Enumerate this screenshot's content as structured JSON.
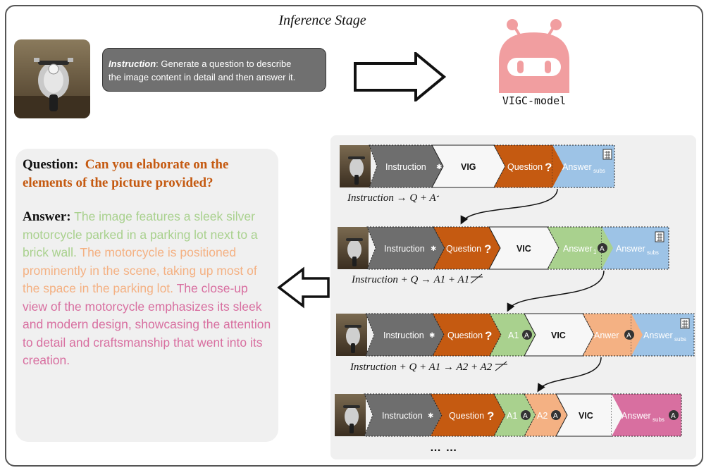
{
  "header": {
    "stage_title": "Inference Stage"
  },
  "instruction_box": {
    "label": "Instruction",
    "text_line1": ": Generate a question to describe",
    "text_line2": "the image content in detail and then answer it."
  },
  "model": {
    "label": "VIGC-model"
  },
  "answer_panel": {
    "question_label": "Question:",
    "question_text": "Can you elaborate on the elements of the picture provided?",
    "answer_label": "Answer:",
    "answer_part1": "The image features a sleek silver motorcycle parked in a parking lot next to a brick wall.",
    "answer_part2": "The motorcycle is positioned prominently in the scene, taking up most of the space in the parking lot.",
    "answer_part3": "The close-up view of the motorcycle emphasizes its sleek and modern design, showcasing the attention to detail and craftsmanship that went into its creation."
  },
  "pipeline": {
    "labels": {
      "instruction": "Instruction",
      "question": "Question",
      "answer": "Answer",
      "answer1": "Answer",
      "anwer": "Anwer",
      "a1": "A1",
      "a2": "A2",
      "vig": "VIG",
      "vic": "VIC",
      "subs": "subs",
      "sub1": "1",
      "qmark": "?",
      "circle_a": "A"
    },
    "formulas": {
      "f1": "Instruction → Q + A",
      "f2": "Instruction + Q → A1 + A1",
      "f3": "Instruction + Q + A1 → A2 + A2"
    },
    "ellipsis": "… …"
  },
  "colors": {
    "instruction_gray": "#6e6e6e",
    "question_orange": "#c55a11",
    "answer_blue": "#9dc3e6",
    "a1_green": "#a9d18e",
    "a2_peach": "#f4b183",
    "answer_pink": "#d86fa0",
    "white_stage": "#f7f7f7",
    "robot_pink": "#f19ea0"
  }
}
